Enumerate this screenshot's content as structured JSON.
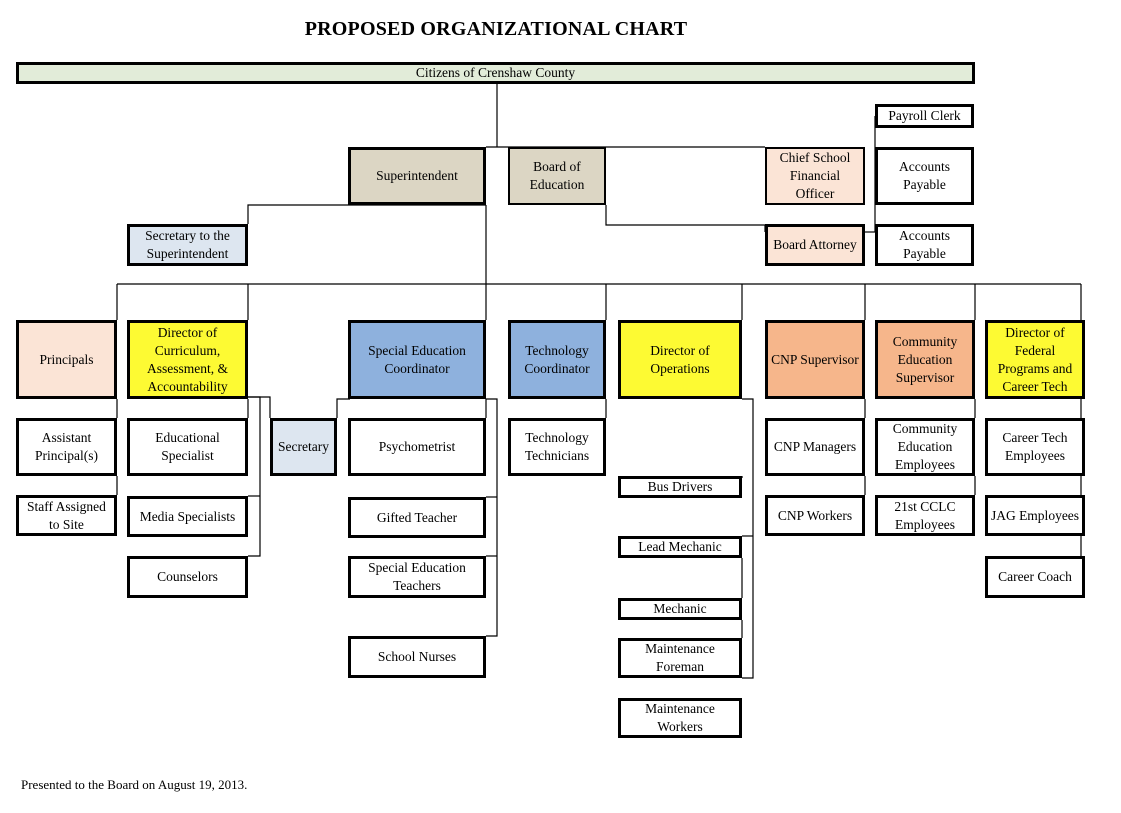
{
  "title": "PROPOSED ORGANIZATIONAL CHART",
  "footer": "Presented to the Board on August 19, 2013.",
  "colors": {
    "tan": "#dcd6c4",
    "light_blue": "#dde6f0",
    "peach": "#fbe4d6",
    "yellow": "#fdfa33",
    "blue": "#8eb1dd",
    "orange": "#f6b68b",
    "sage": "#e2ecd9",
    "line": "#000000"
  },
  "nodes": {
    "citizens": "Citizens of Crenshaw County",
    "superintendent": "Superintendent",
    "board_of_education": "Board of\nEducation",
    "chief_financial_officer": "Chief School\nFinancial\nOfficer",
    "payroll_clerk": "Payroll Clerk",
    "accounts_payable_1": "Accounts\nPayable",
    "accounts_payable_2": "Accounts\nPayable",
    "board_attorney": "Board Attorney",
    "secretary_to_superintendent": "Secretary to the\nSuperintendent",
    "principals": "Principals",
    "director_curriculum": "Director of\nCurriculum,\nAssessment, &\nAccountability",
    "special_ed_coordinator": "Special Education\nCoordinator",
    "technology_coordinator": "Technology\nCoordinator",
    "director_operations": "Director of\nOperations",
    "cnp_supervisor": "CNP Supervisor",
    "community_ed_supervisor": "Community\nEducation\nSupervisor",
    "director_federal": "Director of\nFederal\nPrograms and\nCareer Tech",
    "assistant_principals": "Assistant\nPrincipal(s)",
    "staff_assigned": "Staff Assigned\nto Site",
    "educational_specialist": "Educational\nSpecialist",
    "media_specialists": "Media Specialists",
    "counselors": "Counselors",
    "secretary": "Secretary",
    "psychometrist": "Psychometrist",
    "gifted_teacher": "Gifted Teacher",
    "special_ed_teachers": "Special Education\nTeachers",
    "school_nurses": "School Nurses",
    "technology_technicians": "Technology\nTechnicians",
    "bus_drivers": "Bus Drivers",
    "lead_mechanic": "Lead Mechanic",
    "mechanic": "Mechanic",
    "maintenance_foreman": "Maintenance\nForeman",
    "maintenance_workers": "Maintenance\nWorkers",
    "cnp_managers": "CNP Managers",
    "cnp_workers": "CNP Workers",
    "community_ed_employees": "Community\nEducation\nEmployees",
    "cclc_employees": "21st CCLC\nEmployees",
    "career_tech_employees": "Career Tech\nEmployees",
    "jag_employees": "JAG Employees",
    "career_coach": "Career Coach"
  }
}
